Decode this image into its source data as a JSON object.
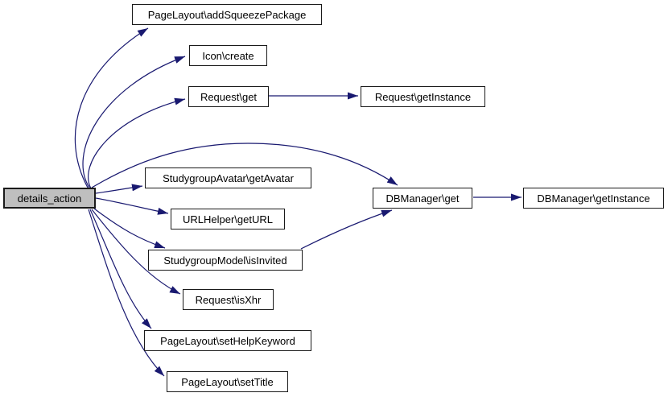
{
  "diagram": {
    "type": "call-graph",
    "edge_color": "#191970",
    "node_border_color": "#1a1a1a",
    "highlight_fill": "#bfbfbf",
    "nodes": [
      {
        "id": "details_action",
        "label": "details_action",
        "highlighted": true
      },
      {
        "id": "pagelayout_addsqueezepackage",
        "label": "PageLayout\\addSqueezePackage",
        "highlighted": false
      },
      {
        "id": "icon_create",
        "label": "Icon\\create",
        "highlighted": false
      },
      {
        "id": "request_get",
        "label": "Request\\get",
        "highlighted": false
      },
      {
        "id": "request_getinstance",
        "label": "Request\\getInstance",
        "highlighted": false
      },
      {
        "id": "studygroupavatar_getavatar",
        "label": "StudygroupAvatar\\getAvatar",
        "highlighted": false
      },
      {
        "id": "urlhelper_geturl",
        "label": "URLHelper\\getURL",
        "highlighted": false
      },
      {
        "id": "studygroupmodel_isinvited",
        "label": "StudygroupModel\\isInvited",
        "highlighted": false
      },
      {
        "id": "request_isxhr",
        "label": "Request\\isXhr",
        "highlighted": false
      },
      {
        "id": "pagelayout_sethelpkeyword",
        "label": "PageLayout\\setHelpKeyword",
        "highlighted": false
      },
      {
        "id": "pagelayout_settitle",
        "label": "PageLayout\\setTitle",
        "highlighted": false
      },
      {
        "id": "dbmanager_get",
        "label": "DBManager\\get",
        "highlighted": false
      },
      {
        "id": "dbmanager_getinstance",
        "label": "DBManager\\getInstance",
        "highlighted": false
      }
    ],
    "edges": [
      {
        "from": "details_action",
        "to": "pagelayout_addsqueezepackage"
      },
      {
        "from": "details_action",
        "to": "icon_create"
      },
      {
        "from": "details_action",
        "to": "request_get"
      },
      {
        "from": "details_action",
        "to": "dbmanager_get"
      },
      {
        "from": "details_action",
        "to": "studygroupavatar_getavatar"
      },
      {
        "from": "details_action",
        "to": "urlhelper_geturl"
      },
      {
        "from": "details_action",
        "to": "studygroupmodel_isinvited"
      },
      {
        "from": "details_action",
        "to": "request_isxhr"
      },
      {
        "from": "details_action",
        "to": "pagelayout_sethelpkeyword"
      },
      {
        "from": "details_action",
        "to": "pagelayout_settitle"
      },
      {
        "from": "request_get",
        "to": "request_getinstance"
      },
      {
        "from": "studygroupmodel_isinvited",
        "to": "dbmanager_get"
      },
      {
        "from": "dbmanager_get",
        "to": "dbmanager_getinstance"
      }
    ]
  }
}
